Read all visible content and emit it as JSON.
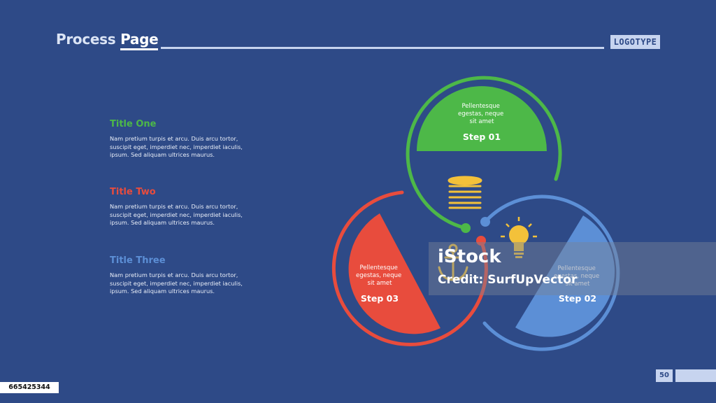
{
  "header": {
    "title_main": "Process ",
    "title_accent": "Page",
    "logo": "LOGOTYPE"
  },
  "items": [
    {
      "title": "Title One",
      "color": "#4db848",
      "desc": [
        "Nam pretium turpis et arcu. Duis arcu tortor,",
        "suscipit eget, imperdiet nec, imperdiet iaculis,",
        "ipsum. Sed aliquam ultrices maurus."
      ]
    },
    {
      "title": "Title Two",
      "color": "#e84c3d",
      "desc": [
        "Nam pretium turpis et arcu. Duis arcu tortor,",
        "suscipit eget, imperdiet nec, imperdiet iaculis,",
        "ipsum. Sed aliquam ultrices maurus."
      ]
    },
    {
      "title": "Title Three",
      "color": "#5c8fd6",
      "desc": [
        "Nam pretium turpis et arcu. Duis arcu tortor,",
        "suscipit eget, imperdiet nec, imperdiet iaculis,",
        "ipsum. Sed aliquam ultrices maurus."
      ]
    }
  ],
  "steps": [
    {
      "label": "Step 01",
      "text": [
        "Pellentesque",
        "egestas, neque",
        "sit amet"
      ],
      "color": "#4db848",
      "icon": "coins-icon"
    },
    {
      "label": "Step 02",
      "text": [
        "Pellentesque",
        "egestas, neque",
        "sit amet"
      ],
      "color": "#5c8fd6",
      "icon": "lightbulb-icon"
    },
    {
      "label": "Step 03",
      "text": [
        "Pellentesque",
        "egestas, neque",
        "sit amet"
      ],
      "color": "#e84c3d",
      "icon": "anchor-icon"
    }
  ],
  "icon_color": "#f3c13a",
  "footer": {
    "page_number": "50",
    "stock_id": "665425344"
  },
  "watermark": {
    "brand": "iStock",
    "credit": "Credit: SurfUpVector"
  }
}
